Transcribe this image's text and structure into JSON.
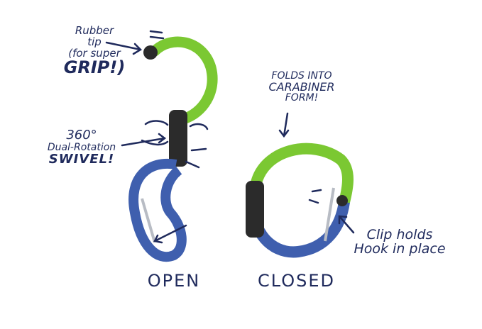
{
  "annotations": {
    "rubber_tip": [
      "Rubber",
      "tip",
      "(for super",
      "GRIP!)"
    ],
    "swivel": [
      "360°",
      "Dual-Rotation",
      "SWIVEL!"
    ],
    "folds": [
      "FOLDS INTO",
      "CARABINER",
      "FORM!"
    ],
    "clip": [
      "Clip holds",
      "Hook in place"
    ]
  },
  "labels": {
    "open": "OPEN",
    "closed": "CLOSED"
  },
  "colors": {
    "ink": "#1f2a5c",
    "green": "#7bc832",
    "blue": "#3f5fae",
    "hinge": "#2b2b2b"
  }
}
